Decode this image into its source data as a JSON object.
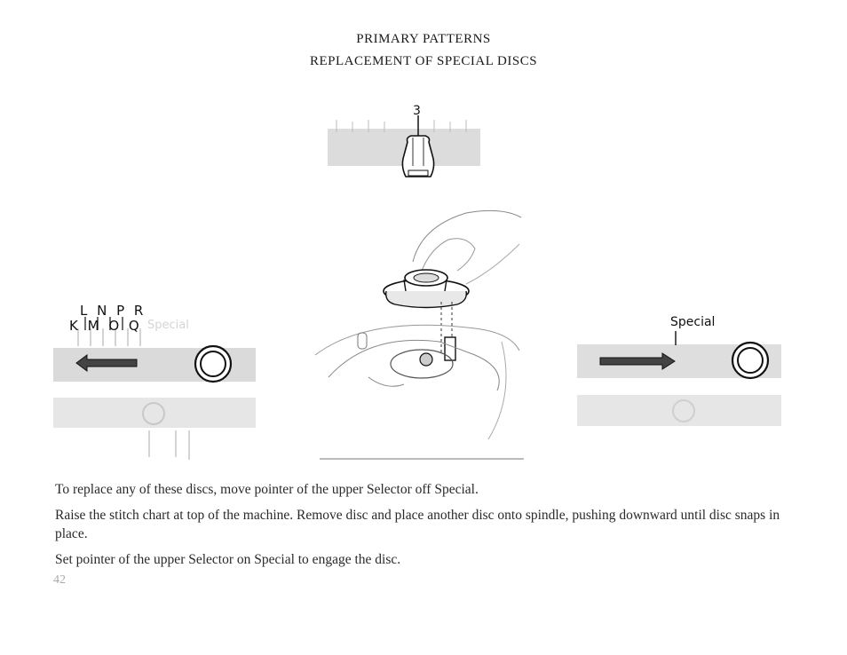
{
  "heading": {
    "line1": "PRIMARY PATTERNS",
    "line2": "REPLACEMENT OF SPECIAL DISCS"
  },
  "figures": {
    "top_selector_number": "3",
    "left_letters_top": "L N P R",
    "left_letters_bottom": "K M O Q",
    "left_special_faded": "Special",
    "right_special": "Special"
  },
  "instructions": [
    "To replace any of these discs, move pointer of the upper Selector off Special.",
    "Raise the stitch chart at top of the machine. Remove disc and place another disc onto spindle, pushing downward until disc snaps in place.",
    "Set pointer of the upper Selector on Special to engage the disc."
  ],
  "page_number": "42",
  "colors": {
    "screen_gray": "#d8d8d8",
    "ink": "#222222"
  }
}
